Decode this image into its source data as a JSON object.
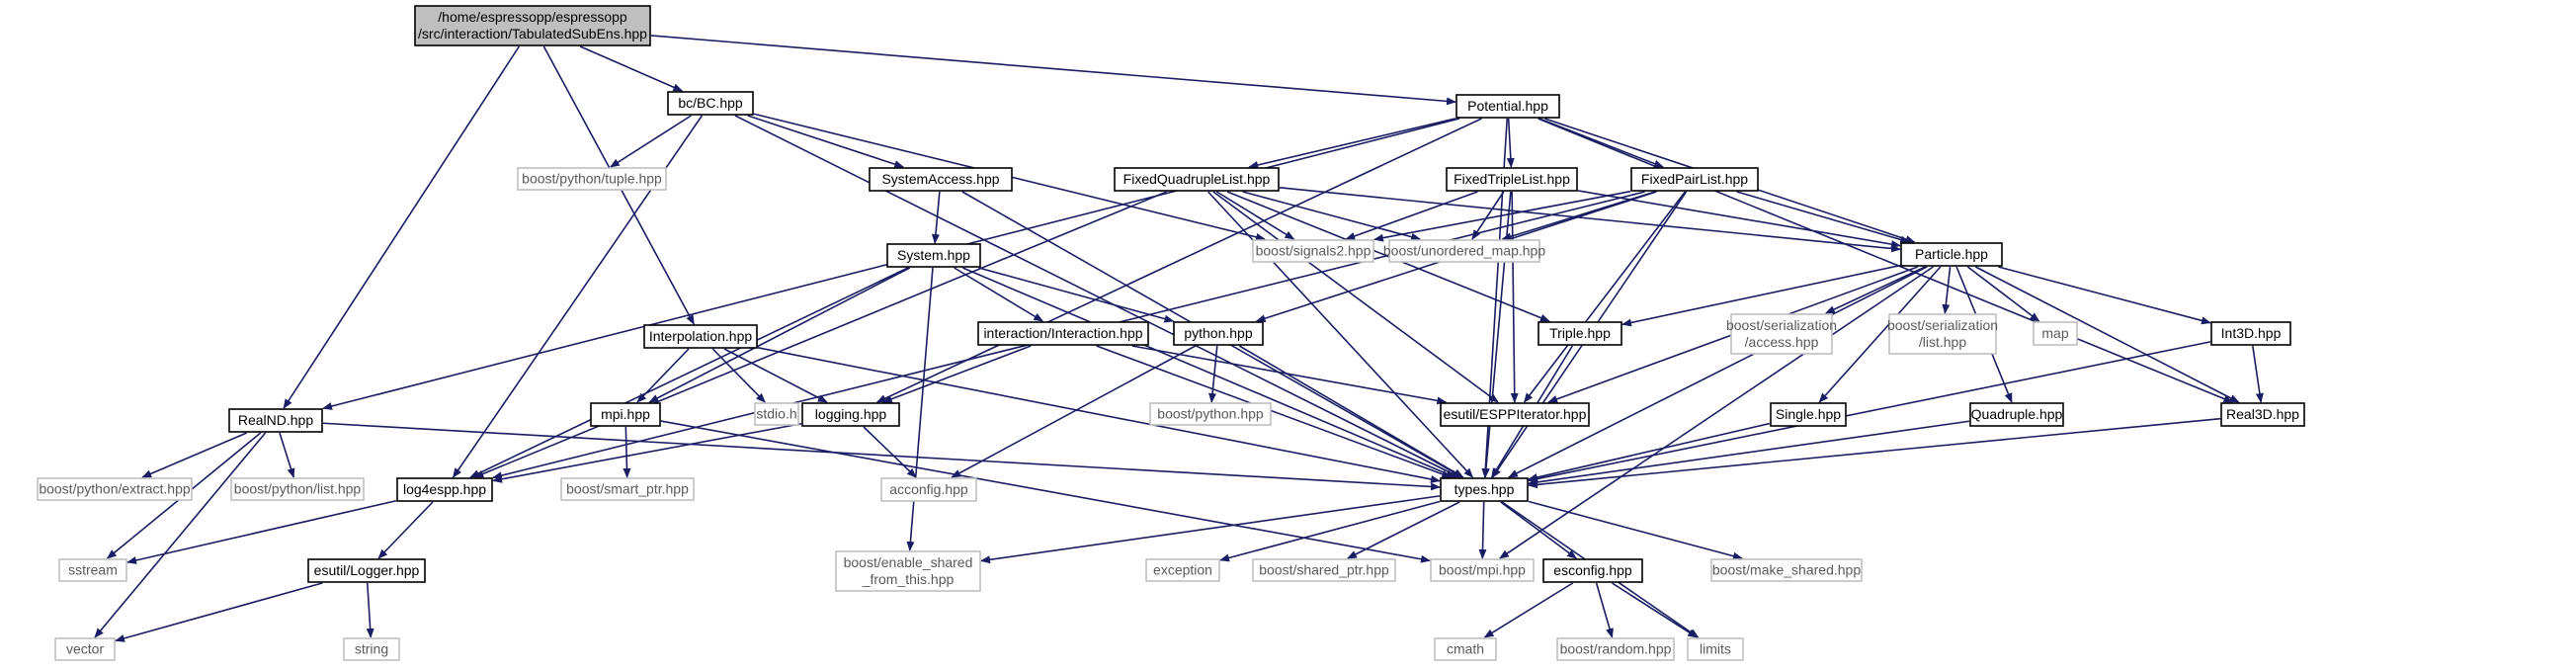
{
  "colors": {
    "edge": "#1a1d63",
    "root_fill": "#bfbfbf",
    "box_stroke": "#000000",
    "gray_stroke": "#bfbfbf"
  },
  "nodes": {
    "root": {
      "lines": [
        "/home/espressopp/espressopp",
        "/src/interaction/TabulatedSubEns.hpp"
      ],
      "style": "root"
    },
    "bc": {
      "lines": [
        "bc/BC.hpp"
      ],
      "style": "box"
    },
    "potential": {
      "lines": [
        "Potential.hpp"
      ],
      "style": "box"
    },
    "realnd": {
      "lines": [
        "RealND.hpp"
      ],
      "style": "box"
    },
    "interpolation": {
      "lines": [
        "Interpolation.hpp"
      ],
      "style": "box"
    },
    "systemaccess": {
      "lines": [
        "SystemAccess.hpp"
      ],
      "style": "box"
    },
    "boost_tuple": {
      "lines": [
        "boost/python/tuple.hpp"
      ],
      "style": "gray"
    },
    "fquad": {
      "lines": [
        "FixedQuadrupleList.hpp"
      ],
      "style": "box"
    },
    "ftriple": {
      "lines": [
        "FixedTripleList.hpp"
      ],
      "style": "box"
    },
    "fpair": {
      "lines": [
        "FixedPairList.hpp"
      ],
      "style": "box"
    },
    "signals2": {
      "lines": [
        "boost/signals2.hpp"
      ],
      "style": "gray"
    },
    "unordered": {
      "lines": [
        "boost/unordered_map.hpp"
      ],
      "style": "gray"
    },
    "particle": {
      "lines": [
        "Particle.hpp"
      ],
      "style": "box"
    },
    "system": {
      "lines": [
        "System.hpp"
      ],
      "style": "box"
    },
    "interaction": {
      "lines": [
        "interaction/Interaction.hpp"
      ],
      "style": "box"
    },
    "python": {
      "lines": [
        "python.hpp"
      ],
      "style": "box"
    },
    "triple": {
      "lines": [
        "Triple.hpp"
      ],
      "style": "box"
    },
    "boost_ser_access": {
      "lines": [
        "boost/serialization",
        "/access.hpp"
      ],
      "style": "gray"
    },
    "boost_ser_list": {
      "lines": [
        "boost/serialization",
        "/list.hpp"
      ],
      "style": "gray"
    },
    "map": {
      "lines": [
        "map"
      ],
      "style": "gray"
    },
    "int3d": {
      "lines": [
        "Int3D.hpp"
      ],
      "style": "box"
    },
    "stdio": {
      "lines": [
        "stdio.h"
      ],
      "style": "gray"
    },
    "mpi": {
      "lines": [
        "mpi.hpp"
      ],
      "style": "box"
    },
    "logging": {
      "lines": [
        "logging.hpp"
      ],
      "style": "box"
    },
    "boost_python": {
      "lines": [
        "boost/python.hpp"
      ],
      "style": "gray"
    },
    "esppiter": {
      "lines": [
        "esutil/ESPPIterator.hpp"
      ],
      "style": "box"
    },
    "single": {
      "lines": [
        "Single.hpp"
      ],
      "style": "box"
    },
    "quadruple": {
      "lines": [
        "Quadruple.hpp"
      ],
      "style": "box"
    },
    "real3d": {
      "lines": [
        "Real3D.hpp"
      ],
      "style": "box"
    },
    "boost_extract": {
      "lines": [
        "boost/python/extract.hpp"
      ],
      "style": "gray"
    },
    "boost_list": {
      "lines": [
        "boost/python/list.hpp"
      ],
      "style": "gray"
    },
    "log4espp": {
      "lines": [
        "log4espp.hpp"
      ],
      "style": "box"
    },
    "smart_ptr": {
      "lines": [
        "boost/smart_ptr.hpp"
      ],
      "style": "gray"
    },
    "acconfig": {
      "lines": [
        "acconfig.hpp"
      ],
      "style": "gray"
    },
    "types": {
      "lines": [
        "types.hpp"
      ],
      "style": "box"
    },
    "sstream": {
      "lines": [
        "sstream"
      ],
      "style": "gray"
    },
    "logger": {
      "lines": [
        "esutil/Logger.hpp"
      ],
      "style": "box"
    },
    "enable_shared": {
      "lines": [
        "boost/enable_shared",
        "_from_this.hpp"
      ],
      "style": "gray"
    },
    "exception": {
      "lines": [
        "exception"
      ],
      "style": "gray"
    },
    "shared_ptr": {
      "lines": [
        "boost/shared_ptr.hpp"
      ],
      "style": "gray"
    },
    "boost_mpi": {
      "lines": [
        "boost/mpi.hpp"
      ],
      "style": "gray"
    },
    "esconfig": {
      "lines": [
        "esconfig.hpp"
      ],
      "style": "box"
    },
    "make_shared": {
      "lines": [
        "boost/make_shared.hpp"
      ],
      "style": "gray"
    },
    "vector": {
      "lines": [
        "vector"
      ],
      "style": "gray"
    },
    "string": {
      "lines": [
        "string"
      ],
      "style": "gray"
    },
    "cmath": {
      "lines": [
        "cmath"
      ],
      "style": "gray"
    },
    "boost_random": {
      "lines": [
        "boost/random.hpp"
      ],
      "style": "gray"
    },
    "limits": {
      "lines": [
        "limits"
      ],
      "style": "gray"
    }
  },
  "edges": [
    [
      "root",
      "bc"
    ],
    [
      "root",
      "potential"
    ],
    [
      "root",
      "realnd"
    ],
    [
      "root",
      "interpolation"
    ],
    [
      "bc",
      "systemaccess"
    ],
    [
      "bc",
      "boost_tuple"
    ],
    [
      "bc",
      "log4espp"
    ],
    [
      "bc",
      "types"
    ],
    [
      "bc",
      "signals2"
    ],
    [
      "potential",
      "fquad"
    ],
    [
      "potential",
      "ftriple"
    ],
    [
      "potential",
      "fpair"
    ],
    [
      "potential",
      "particle"
    ],
    [
      "potential",
      "realnd"
    ],
    [
      "potential",
      "logging"
    ],
    [
      "potential",
      "types"
    ],
    [
      "potential",
      "real3d"
    ],
    [
      "systemaccess",
      "system"
    ],
    [
      "systemaccess",
      "types"
    ],
    [
      "fquad",
      "signals2"
    ],
    [
      "fquad",
      "unordered"
    ],
    [
      "fquad",
      "particle"
    ],
    [
      "fquad",
      "triple"
    ],
    [
      "fquad",
      "esppiter"
    ],
    [
      "fquad",
      "types"
    ],
    [
      "fquad",
      "log4espp"
    ],
    [
      "ftriple",
      "signals2"
    ],
    [
      "ftriple",
      "unordered"
    ],
    [
      "ftriple",
      "particle"
    ],
    [
      "ftriple",
      "esppiter"
    ],
    [
      "ftriple",
      "types"
    ],
    [
      "fpair",
      "signals2"
    ],
    [
      "fpair",
      "unordered"
    ],
    [
      "fpair",
      "particle"
    ],
    [
      "fpair",
      "esppiter"
    ],
    [
      "fpair",
      "python"
    ],
    [
      "fpair",
      "log4espp"
    ],
    [
      "fpair",
      "types"
    ],
    [
      "particle",
      "boost_ser_access"
    ],
    [
      "particle",
      "boost_ser_list"
    ],
    [
      "particle",
      "map"
    ],
    [
      "particle",
      "int3d"
    ],
    [
      "particle",
      "triple"
    ],
    [
      "particle",
      "single"
    ],
    [
      "particle",
      "quadruple"
    ],
    [
      "particle",
      "real3d"
    ],
    [
      "particle",
      "types"
    ],
    [
      "particle",
      "esppiter"
    ],
    [
      "particle",
      "boost_mpi"
    ],
    [
      "system",
      "interaction"
    ],
    [
      "system",
      "python"
    ],
    [
      "system",
      "mpi"
    ],
    [
      "system",
      "types"
    ],
    [
      "system",
      "enable_shared"
    ],
    [
      "system",
      "log4espp"
    ],
    [
      "interaction",
      "logging"
    ],
    [
      "interaction",
      "esppiter"
    ],
    [
      "interaction",
      "types"
    ],
    [
      "python",
      "boost_python"
    ],
    [
      "python",
      "acconfig"
    ],
    [
      "python",
      "types"
    ],
    [
      "triple",
      "types"
    ],
    [
      "interpolation",
      "mpi"
    ],
    [
      "interpolation",
      "stdio"
    ],
    [
      "interpolation",
      "logging"
    ],
    [
      "interpolation",
      "types"
    ],
    [
      "int3d",
      "real3d"
    ],
    [
      "int3d",
      "types"
    ],
    [
      "mpi",
      "smart_ptr"
    ],
    [
      "mpi",
      "boost_mpi"
    ],
    [
      "logging",
      "log4espp"
    ],
    [
      "logging",
      "acconfig"
    ],
    [
      "single",
      "types"
    ],
    [
      "quadruple",
      "types"
    ],
    [
      "real3d",
      "types"
    ],
    [
      "realnd",
      "boost_extract"
    ],
    [
      "realnd",
      "boost_list"
    ],
    [
      "realnd",
      "sstream"
    ],
    [
      "realnd",
      "vector"
    ],
    [
      "realnd",
      "types"
    ],
    [
      "log4espp",
      "sstream"
    ],
    [
      "log4espp",
      "logger"
    ],
    [
      "logger",
      "vector"
    ],
    [
      "logger",
      "string"
    ],
    [
      "types",
      "enable_shared"
    ],
    [
      "types",
      "exception"
    ],
    [
      "types",
      "shared_ptr"
    ],
    [
      "types",
      "boost_mpi"
    ],
    [
      "types",
      "esconfig"
    ],
    [
      "types",
      "make_shared"
    ],
    [
      "types",
      "limits"
    ],
    [
      "esconfig",
      "cmath"
    ],
    [
      "esconfig",
      "boost_random"
    ],
    [
      "esconfig",
      "limits"
    ]
  ]
}
